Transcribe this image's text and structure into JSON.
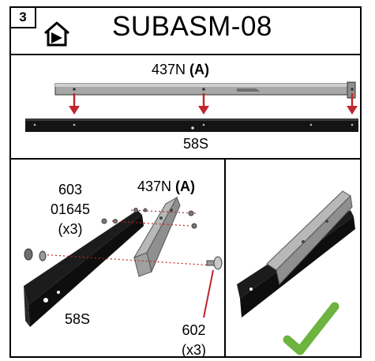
{
  "header": {
    "step_number": "3",
    "icon": "house-arrow-icon",
    "title": "SUBASM-08"
  },
  "top_panel": {
    "upper_part": "437N",
    "upper_part_tag": "(A)",
    "lower_part": "58S"
  },
  "detail_panel": {
    "part_437": "437N",
    "part_437_tag": "(A)",
    "hardware_1_line1": "603",
    "hardware_1_line2": "01645",
    "hardware_1_qty": "(x3)",
    "part_58": "58S",
    "hardware_2_line1": "602",
    "hardware_2_qty": "(x3)"
  },
  "result_panel": {
    "check_icon": "check-mark-icon",
    "check_color": "#6db33f"
  }
}
